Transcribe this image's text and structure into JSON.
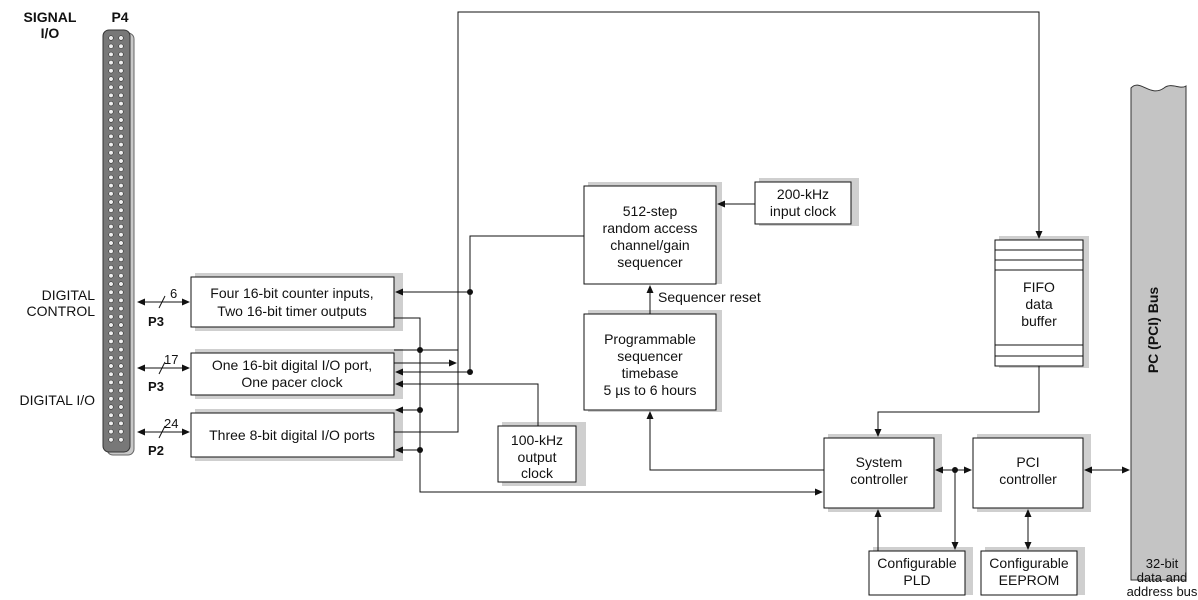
{
  "signal_io": {
    "line1": "SIGNAL",
    "line2": "I/O"
  },
  "connectors": {
    "p4": "P4",
    "p3_top": "P3",
    "p3_mid": "P3",
    "p2": "P2"
  },
  "side_labels": {
    "digital_control_line1": "DIGITAL",
    "digital_control_line2": "CONTROL",
    "digital_io": "DIGITAL I/O"
  },
  "bus_widths": {
    "control": "6",
    "digital_port": "17",
    "digital_ports": "24"
  },
  "blocks": {
    "counter": {
      "line1": "Four 16-bit counter inputs,",
      "line2": "Two 16-bit timer outputs"
    },
    "digital_port": {
      "line1": "One 16-bit digital I/O port,",
      "line2": "One pacer clock"
    },
    "digital_ports": {
      "line1": "Three 8-bit digital I/O ports"
    },
    "clock_100k": {
      "line1": "100-kHz",
      "line2": "output",
      "line3": "clock"
    },
    "sequencer": {
      "line1": "512-step",
      "line2": "random access",
      "line3": "channel/gain",
      "line4": "sequencer"
    },
    "clock_200k": {
      "line1": "200-kHz",
      "line2": "input clock"
    },
    "timebase": {
      "line1": "Programmable",
      "line2": "sequencer",
      "line3": "timebase",
      "line4": "5 µs to 6 hours"
    },
    "fifo": {
      "line1": "FIFO",
      "line2": "data",
      "line3": "buffer"
    },
    "system_controller": {
      "line1": "System",
      "line2": "controller"
    },
    "pci_controller": {
      "line1": "PCI",
      "line2": "controller"
    },
    "pld": {
      "line1": "Configurable",
      "line2": "PLD"
    },
    "eeprom": {
      "line1": "Configurable",
      "line2": "EEPROM"
    }
  },
  "sequencer_reset": "Sequencer reset",
  "pc_bus": {
    "label": "PC (PCI) Bus",
    "caption1": "32-bit",
    "caption2": "data and",
    "caption3": "address bus"
  }
}
